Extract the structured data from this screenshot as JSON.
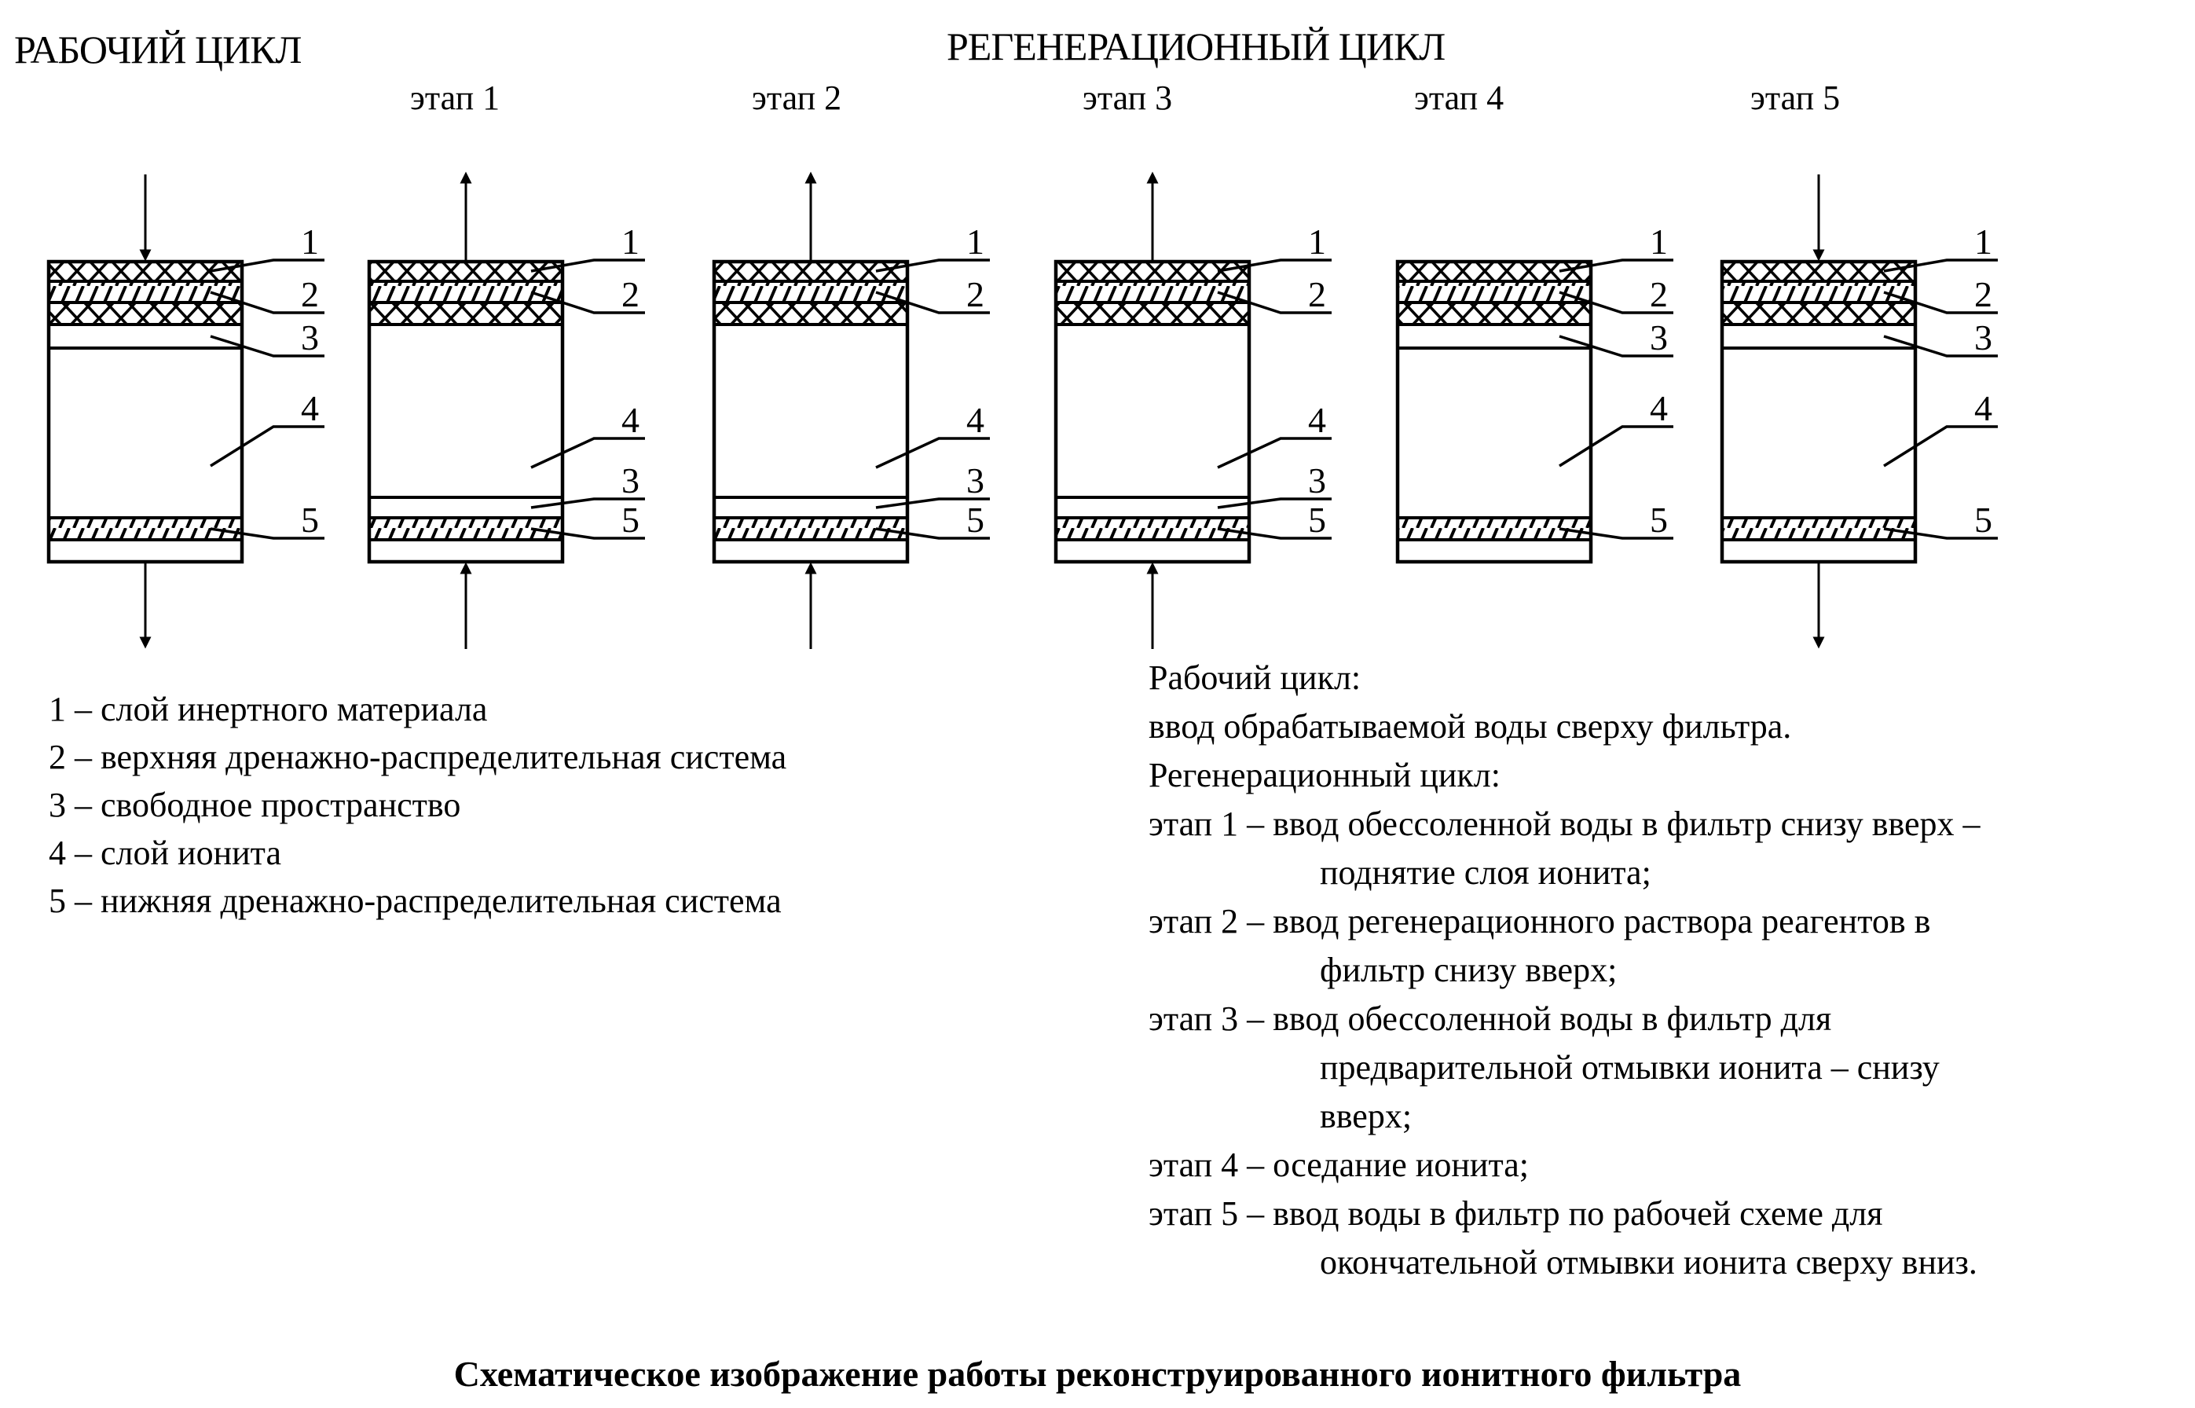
{
  "headers": {
    "working_cycle": "РАБОЧИЙ ЦИКЛ",
    "regeneration_cycle": "РЕГЕНЕРАЦИОННЫЙ ЦИКЛ",
    "stages": [
      "этап  1",
      "этап  2",
      "этап  3",
      "этап  4",
      "этап 5"
    ]
  },
  "filters": [
    {
      "id": "working",
      "flow": "down",
      "layout": "settled",
      "labels": [
        "1",
        "2",
        "3",
        "4",
        "5"
      ]
    },
    {
      "id": "stage1",
      "flow": "up",
      "layout": "raised",
      "labels": [
        "1",
        "2",
        "4",
        "3",
        "5"
      ]
    },
    {
      "id": "stage2",
      "flow": "up",
      "layout": "raised",
      "labels": [
        "1",
        "2",
        "4",
        "3",
        "5"
      ]
    },
    {
      "id": "stage3",
      "flow": "up",
      "layout": "raised",
      "labels": [
        "1",
        "2",
        "4",
        "3",
        "5"
      ]
    },
    {
      "id": "stage4",
      "flow": "none",
      "layout": "settled",
      "labels": [
        "1",
        "2",
        "3",
        "4",
        "5"
      ]
    },
    {
      "id": "stage5",
      "flow": "down",
      "layout": "settled",
      "labels": [
        "1",
        "2",
        "3",
        "4",
        "5"
      ]
    }
  ],
  "legend": [
    "1 – слой инертного материала",
    "2 – верхняя дренажно-распределительная система",
    "3 – свободное пространство",
    "4 – слой ионита",
    "5 – нижняя дренажно-распределительная система"
  ],
  "description": [
    {
      "text": "Рабочий цикл:",
      "indent": false
    },
    {
      "text": "ввод обрабатываемой воды сверху фильтра.",
      "indent": false
    },
    {
      "text": "Регенерационный цикл:",
      "indent": false
    },
    {
      "text": "этап 1 – ввод обессоленной воды в фильтр снизу вверх –",
      "indent": false
    },
    {
      "text": "поднятие слоя ионита;",
      "indent": true
    },
    {
      "text": "этап 2 – ввод регенерационного раствора реагентов в",
      "indent": false
    },
    {
      "text": "фильтр снизу вверх;",
      "indent": true
    },
    {
      "text": "этап 3 – ввод обессоленной воды в фильтр для",
      "indent": false
    },
    {
      "text": "предварительной отмывки ионита – снизу",
      "indent": true
    },
    {
      "text": "вверх;",
      "indent": true
    },
    {
      "text": "этап 4 – оседание ионита;",
      "indent": false
    },
    {
      "text": "этап 5 – ввод воды в фильтр по рабочей схеме для",
      "indent": false
    },
    {
      "text": "окончательной отмывки ионита сверху вниз.",
      "indent": true
    }
  ],
  "caption": "Схематическое изображение работы реконструированного ионитного фильтра"
}
